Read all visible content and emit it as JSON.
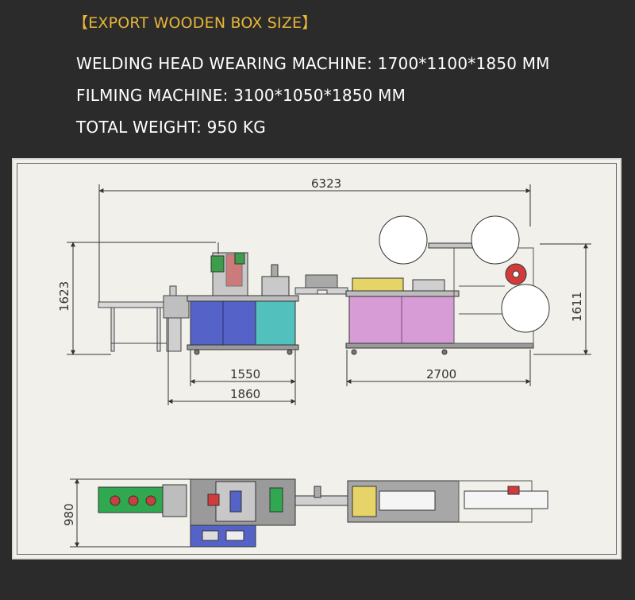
{
  "header": {
    "title": "【EXPORT WOODEN BOX SIZE】"
  },
  "specs": {
    "welding": "WELDING HEAD WEARING MACHINE: 1700*1100*1850 MM",
    "filming": "FILMING MACHINE: 3100*1050*1850 MM",
    "weight": "TOTAL WEIGHT: 950 KG"
  },
  "drawing": {
    "overall_length": "6323",
    "left_height": "1623",
    "right_height": "1611",
    "width_1550": "1550",
    "width_1860": "1860",
    "width_2700": "2700",
    "top_view_width": "980"
  },
  "colors": {
    "heading": "#e7b73a",
    "blue_cabinet": "#5563c8",
    "teal_cabinet": "#52c0bd",
    "pink_cabinet": "#d79bd6",
    "yellow_rail": "#e6d469",
    "green_conveyor": "#2fa84f"
  }
}
